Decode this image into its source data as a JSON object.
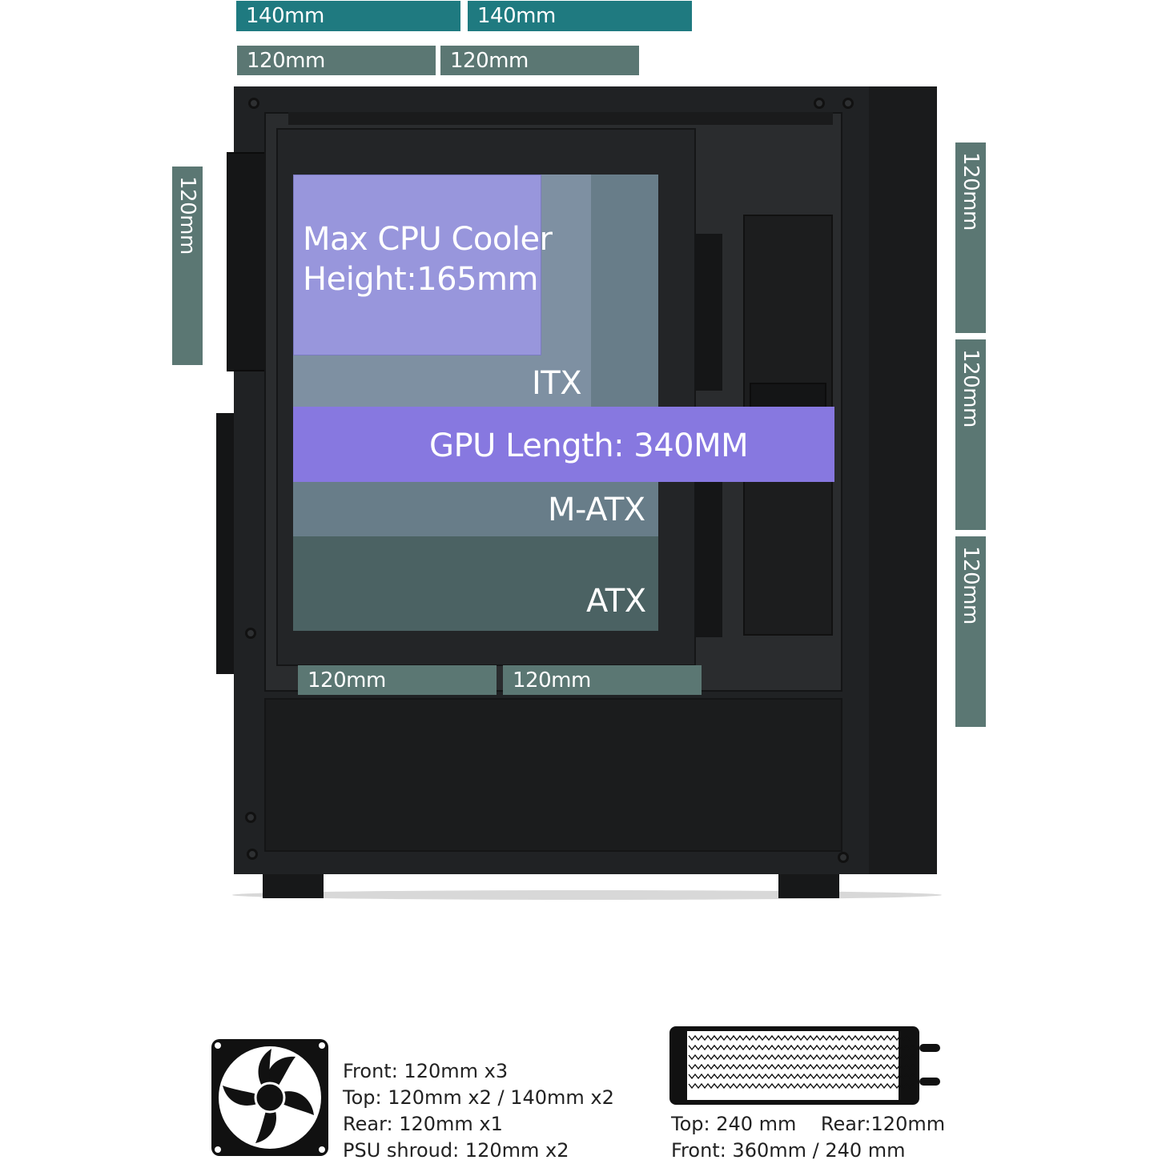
{
  "top_labels": {
    "row1": [
      "140mm",
      "140mm"
    ],
    "row2": [
      "120mm",
      "120mm"
    ]
  },
  "side_label": "120mm",
  "front_labels": [
    "120mm",
    "120mm",
    "120mm"
  ],
  "bottom_labels": [
    "120mm",
    "120mm"
  ],
  "zones": {
    "cpu_cooler_line1": "Max CPU Cooler",
    "cpu_cooler_line2": "Height:165mm",
    "itx": "ITX",
    "gpu": "GPU Length: 340MM",
    "matx": "M-ATX",
    "atx": "ATX"
  },
  "fan_specs": [
    "Front: 120mm x3",
    "Top: 120mm x2 / 140mm x2",
    "Rear: 120mm x1",
    "PSU shroud: 120mm x2"
  ],
  "radiator_specs": [
    "Top: 240 mm    Rear:120mm",
    "Front: 360mm / 240 mm"
  ],
  "colors": {
    "label_gray_teal": "#5b7773",
    "label_teal": "#1f7a80",
    "cpu_zone": "#9b9be0",
    "gpu_zone": "#8a7ee6",
    "case": "#202224"
  },
  "icons": [
    "fan-icon",
    "radiator-icon"
  ]
}
